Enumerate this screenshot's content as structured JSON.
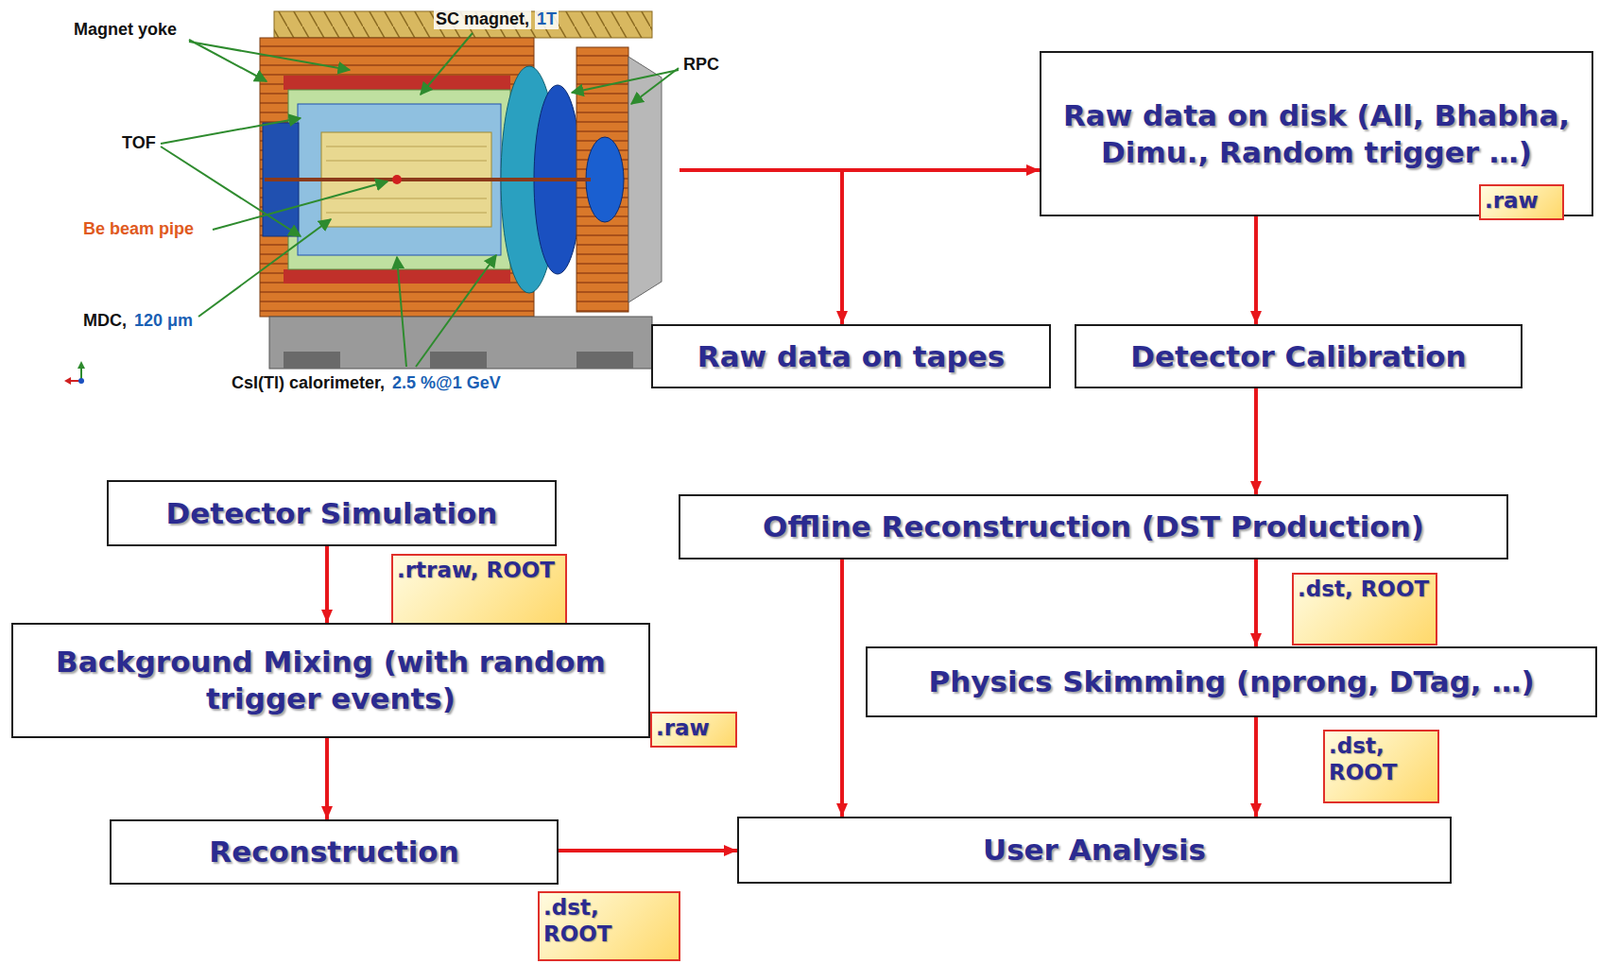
{
  "diagram": {
    "nodes": [
      {
        "text": [
          "Magnet yoke",
          "SC magnet,",
          "1T",
          "RPC",
          "TOF",
          "Be beam pipe",
          "MDC,",
          "120 μm",
          "CsI(Tl) calorimeter,",
          "2.5 %@1 GeV"
        ]
      },
      {
        "text": [
          "Raw data on disk (All, Bhabha, Dimu., Random trigger …)"
        ]
      },
      {
        "text": [
          ".raw"
        ]
      },
      {
        "text": [
          "Raw data on tapes"
        ]
      },
      {
        "text": [
          "Detector Calibration"
        ]
      },
      {
        "text": [
          "Detector Simulation"
        ]
      },
      {
        "text": [
          ".rtraw, ROOT"
        ]
      },
      {
        "text": [
          "Offline Reconstruction (DST Production)"
        ]
      },
      {
        "text": [
          ".dst, ROOT"
        ]
      },
      {
        "text": [
          "Background Mixing (with random trigger events)"
        ]
      },
      {
        "text": [
          ".raw"
        ]
      },
      {
        "text": [
          "Physics Skimming (nprong, DTag, …)"
        ]
      },
      {
        "text": [
          ".dst, ROOT"
        ]
      },
      {
        "text": [
          "Reconstruction"
        ]
      },
      {
        "text": [
          "User Analysis"
        ]
      },
      {
        "text": [
          ".dst, ROOT"
        ]
      }
    ],
    "edges": [
      {
        "from": 0,
        "to": 1,
        "arrow": "to"
      },
      {
        "from": 0,
        "to": 3,
        "arrow": "to"
      },
      {
        "from": 1,
        "to": 4,
        "arrow": "to"
      },
      {
        "from": 4,
        "to": 7,
        "arrow": "to"
      },
      {
        "from": 7,
        "to": 11,
        "arrow": "to"
      },
      {
        "from": 7,
        "to": 14,
        "arrow": "to"
      },
      {
        "from": 11,
        "to": 14,
        "arrow": "to"
      },
      {
        "from": 5,
        "to": 9,
        "arrow": "to"
      },
      {
        "from": 9,
        "to": 13,
        "arrow": "to"
      },
      {
        "from": 13,
        "to": 14,
        "arrow": "to"
      }
    ]
  }
}
